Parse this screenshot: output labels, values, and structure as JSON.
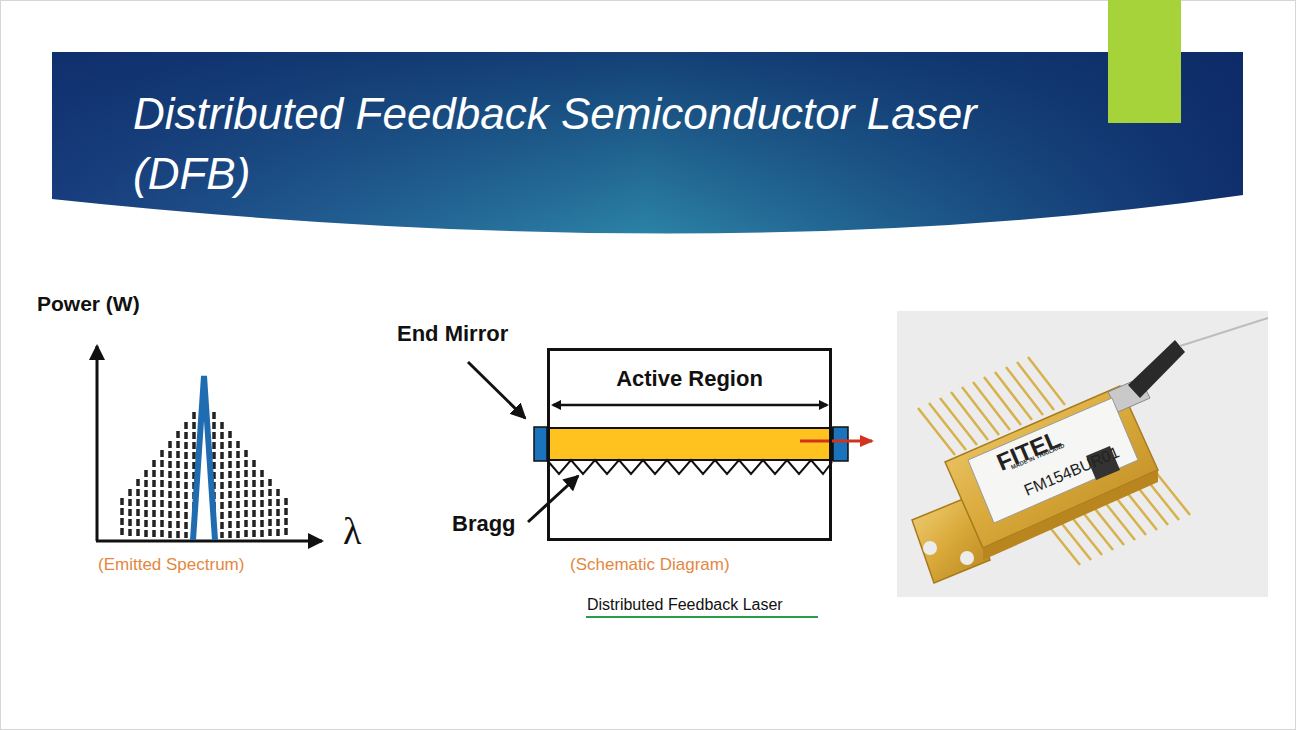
{
  "diagram": {
    "title": "Distributed Feedback Semiconductor Laser (DFB)",
    "nodes": [
      {
        "text": [
          "Active Region"
        ]
      }
    ],
    "labels": [
      "Power (W)",
      "λ",
      "(Emitted Spectrum)",
      "End Mirror",
      "Bragg",
      "(Schematic Diagram)",
      "Distributed Feedback Laser",
      "FITEL",
      "MADE IN THAILAND",
      "FM154BUR01"
    ]
  }
}
